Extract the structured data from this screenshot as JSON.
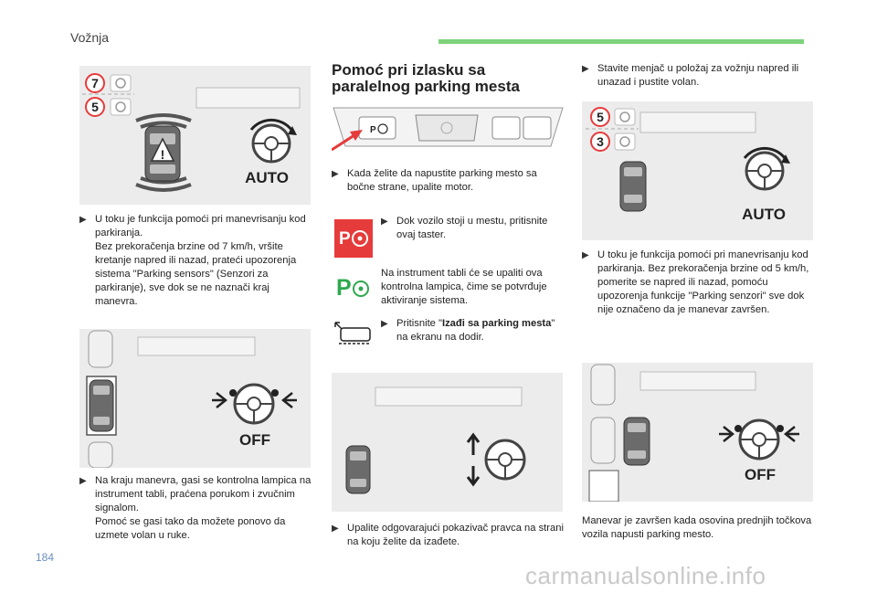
{
  "header": {
    "section": "Vožnja"
  },
  "page_number": "184",
  "watermark": "carmanualsonline.info",
  "col1": {
    "fig1": {
      "labels": [
        "7",
        "5"
      ],
      "auto": "AUTO"
    },
    "text1": [
      "U toku je funkcija pomoći pri manevrisanju kod parkiranja.",
      "Bez prekoračenja brzine od 7 km/h, vršite kretanje napred ili nazad, prateći upozorenja sistema \"Parking sensors\" (Senzori za parkiranje), sve dok se ne naznači kraj manevra."
    ],
    "fig2": {
      "off": "OFF"
    },
    "text2": [
      "Na kraju manevra, gasi se kontrolna lampica na instrument tabli, praćena porukom i zvučnim signalom.",
      "Pomoć se gasi tako da možete ponovo da uzmete volan u ruke."
    ]
  },
  "col2": {
    "title": "Pomoć pri izlasku sa paralelnog parking mesta",
    "step1": "Kada želite da napustite parking mesto sa bočne strane, upalite motor.",
    "step2": "Dok vozilo stoji u mestu, pritisnite ovaj taster.",
    "step3": "Na instrument tabli će se upaliti ova kontrolna lampica, čime se potvrđuje aktiviranje sistema.",
    "step4_pre": "Pritisnite \"",
    "step4_bold": "Izađi sa parking mesta",
    "step4_post": "\" na ekranu na dodir.",
    "step5": "Upalite odgovarajući pokazivač pravca na strani na koju želite da izađete.",
    "icon_letter": "P"
  },
  "col3": {
    "step1": "Stavite menjač u položaj za vožnju napred ili unazad i pustite volan.",
    "fig1": {
      "labels": [
        "5",
        "3"
      ],
      "auto": "AUTO"
    },
    "text1": "U toku je funkcija pomoći pri manevrisanju kod parkiranja. Bez prekoračenja brzine od 5 km/h, pomerite se napred ili nazad, pomoću upozorenja funkcije \"Parking senzori\" sve dok nije označeno da je manevar završen.",
    "fig2": {
      "off": "OFF"
    },
    "text2": "Manevar je završen kada osovina prednjih točkova vozila napusti parking mesto."
  },
  "colors": {
    "accent_green": "#7ed27a",
    "warning_red": "#e63b3b",
    "indicator_green": "#2fa84f",
    "page_number_blue": "#6a8fc0"
  }
}
